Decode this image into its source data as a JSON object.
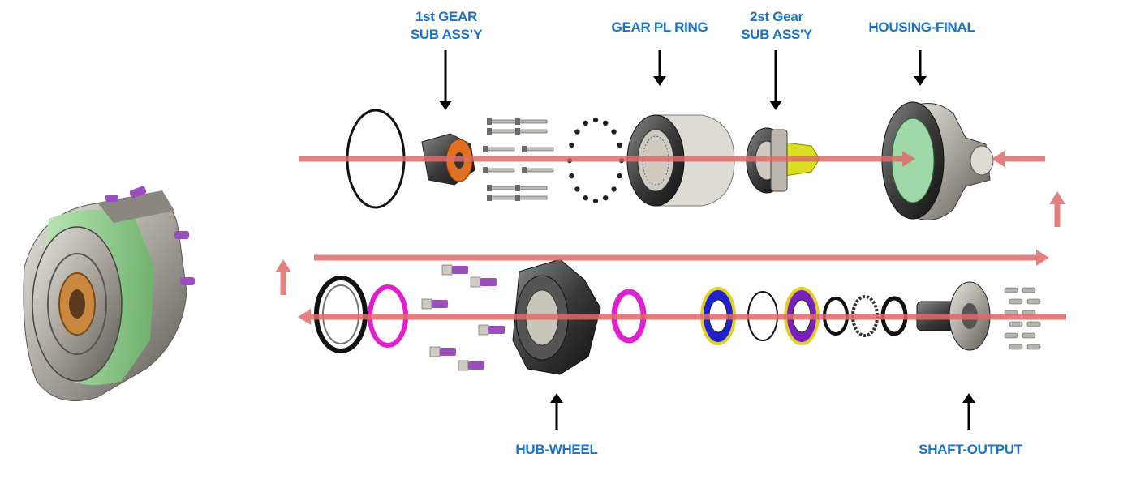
{
  "diagram": {
    "labels": {
      "gear1_line1": "1st GEAR",
      "gear1_line2": "SUB ASS’Y",
      "gear_ring": "GEAR PL RING",
      "gear2_line1": "2st Gear",
      "gear2_line2": "SUB ASS'Y",
      "housing": "HOUSING-FINAL",
      "hub": "HUB-WHEEL",
      "shaft": "SHAFT-OUTPUT"
    },
    "colors": {
      "label_text": "#1a73c9",
      "flow_arrow": "#e06a6a",
      "pointer_arrow": "#000000",
      "hub_casting": "#7fc87f",
      "bolt_heads": "#9b4fbf",
      "gear1_accent": "#e07020",
      "shaft_accent": "#d8e020",
      "seal_magenta": "#e020d0",
      "bearing_blue": "#2020d0",
      "bearing_yellow": "#e0d020"
    },
    "flow_arrow_directions": [
      "right",
      "up",
      "right",
      "up",
      "left"
    ]
  }
}
